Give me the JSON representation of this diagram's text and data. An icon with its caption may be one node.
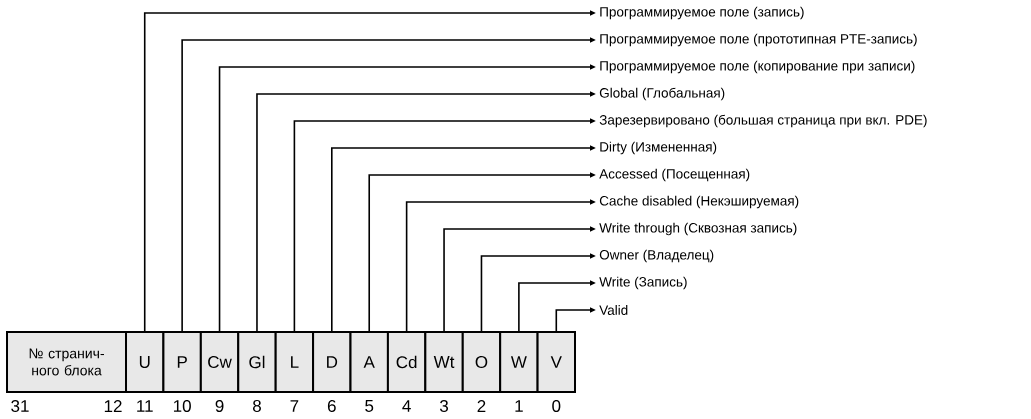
{
  "diagram": {
    "nodes": [
      {
        "text": [
          "№ странич- ного блока"
        ]
      },
      {
        "text": [
          "U"
        ]
      },
      {
        "text": [
          "P"
        ]
      },
      {
        "text": [
          "Cw"
        ]
      },
      {
        "text": [
          "Gl"
        ]
      },
      {
        "text": [
          "L"
        ]
      },
      {
        "text": [
          "D"
        ]
      },
      {
        "text": [
          "A"
        ]
      },
      {
        "text": [
          "Cd"
        ]
      },
      {
        "text": [
          "Wt"
        ]
      },
      {
        "text": [
          "O"
        ]
      },
      {
        "text": [
          "W"
        ]
      },
      {
        "text": [
          "V"
        ]
      },
      {
        "text": [
          "Программируемое поле (запись)"
        ]
      },
      {
        "text": [
          "Программируемое поле (прототипная PTE-запись)"
        ]
      },
      {
        "text": [
          "Программируемое поле (копирование при записи)"
        ]
      },
      {
        "text": [
          "Global (Глобальная)"
        ]
      },
      {
        "text": [
          "Зарезервировано (большая страница при вкл. PDE)"
        ]
      },
      {
        "text": [
          "Dirty (Измененная)"
        ]
      },
      {
        "text": [
          "Accessed (Посещенная)"
        ]
      },
      {
        "text": [
          "Cache disabled (Некэшируемая)"
        ]
      },
      {
        "text": [
          "Write through (Сквозная запись)"
        ]
      },
      {
        "text": [
          "Owner (Владелец)"
        ]
      },
      {
        "text": [
          "Write (Запись)"
        ]
      },
      {
        "text": [
          "Valid"
        ]
      }
    ],
    "edges": [
      {
        "from": 1,
        "to": 13,
        "arrow": "to"
      },
      {
        "from": 2,
        "to": 14,
        "arrow": "to"
      },
      {
        "from": 3,
        "to": 15,
        "arrow": "to"
      },
      {
        "from": 4,
        "to": 16,
        "arrow": "to"
      },
      {
        "from": 5,
        "to": 17,
        "arrow": "to"
      },
      {
        "from": 6,
        "to": 18,
        "arrow": "to"
      },
      {
        "from": 7,
        "to": 19,
        "arrow": "to"
      },
      {
        "from": 8,
        "to": 20,
        "arrow": "to"
      },
      {
        "from": 9,
        "to": 21,
        "arrow": "to"
      },
      {
        "from": 10,
        "to": 22,
        "arrow": "to"
      },
      {
        "from": 11,
        "to": 23,
        "arrow": "to"
      },
      {
        "from": 12,
        "to": 24,
        "arrow": "to"
      }
    ],
    "labels": [
      "31",
      "12",
      "11",
      "10",
      "9",
      "8",
      "7",
      "6",
      "5",
      "4",
      "3",
      "2",
      "1",
      "0"
    ]
  }
}
